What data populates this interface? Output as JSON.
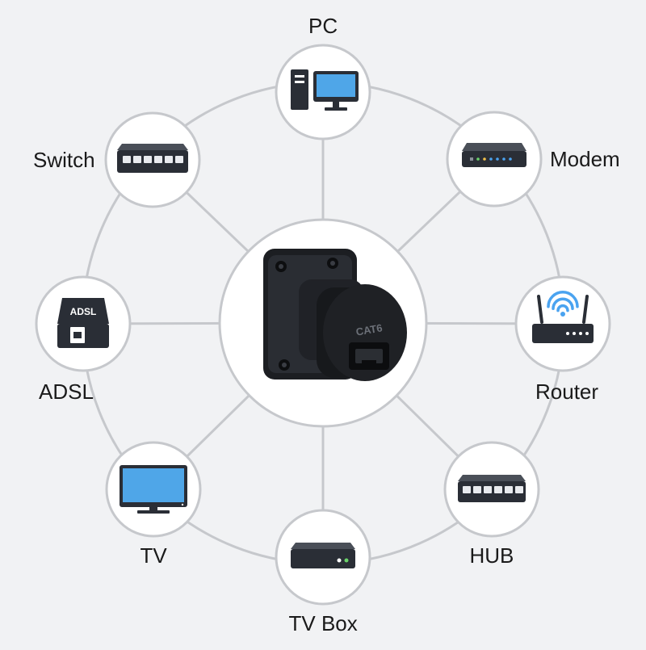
{
  "center": {
    "label": "CAT6",
    "color": "#15171a"
  },
  "devices": [
    {
      "id": "pc",
      "label": "PC",
      "icon": "pc-icon"
    },
    {
      "id": "modem",
      "label": "Modem",
      "icon": "modem-icon"
    },
    {
      "id": "router",
      "label": "Router",
      "icon": "router-icon"
    },
    {
      "id": "hub",
      "label": "HUB",
      "icon": "hub-icon"
    },
    {
      "id": "tvbox",
      "label": "TV Box",
      "icon": "tv-box-icon"
    },
    {
      "id": "tv",
      "label": "TV",
      "icon": "tv-icon"
    },
    {
      "id": "adsl",
      "label": "ADSL",
      "icon": "adsl-icon",
      "badge": "ADSL"
    },
    {
      "id": "switch",
      "label": "Switch",
      "icon": "switch-icon"
    }
  ],
  "colors": {
    "background": "#f1f2f4",
    "line": "#c6c8cc",
    "node_fill": "#ffffff",
    "device_dark": "#2a2e36",
    "screen_blue": "#4fa6e8",
    "led_blue": "#4aa3f0",
    "led_green": "#6ad36a"
  }
}
